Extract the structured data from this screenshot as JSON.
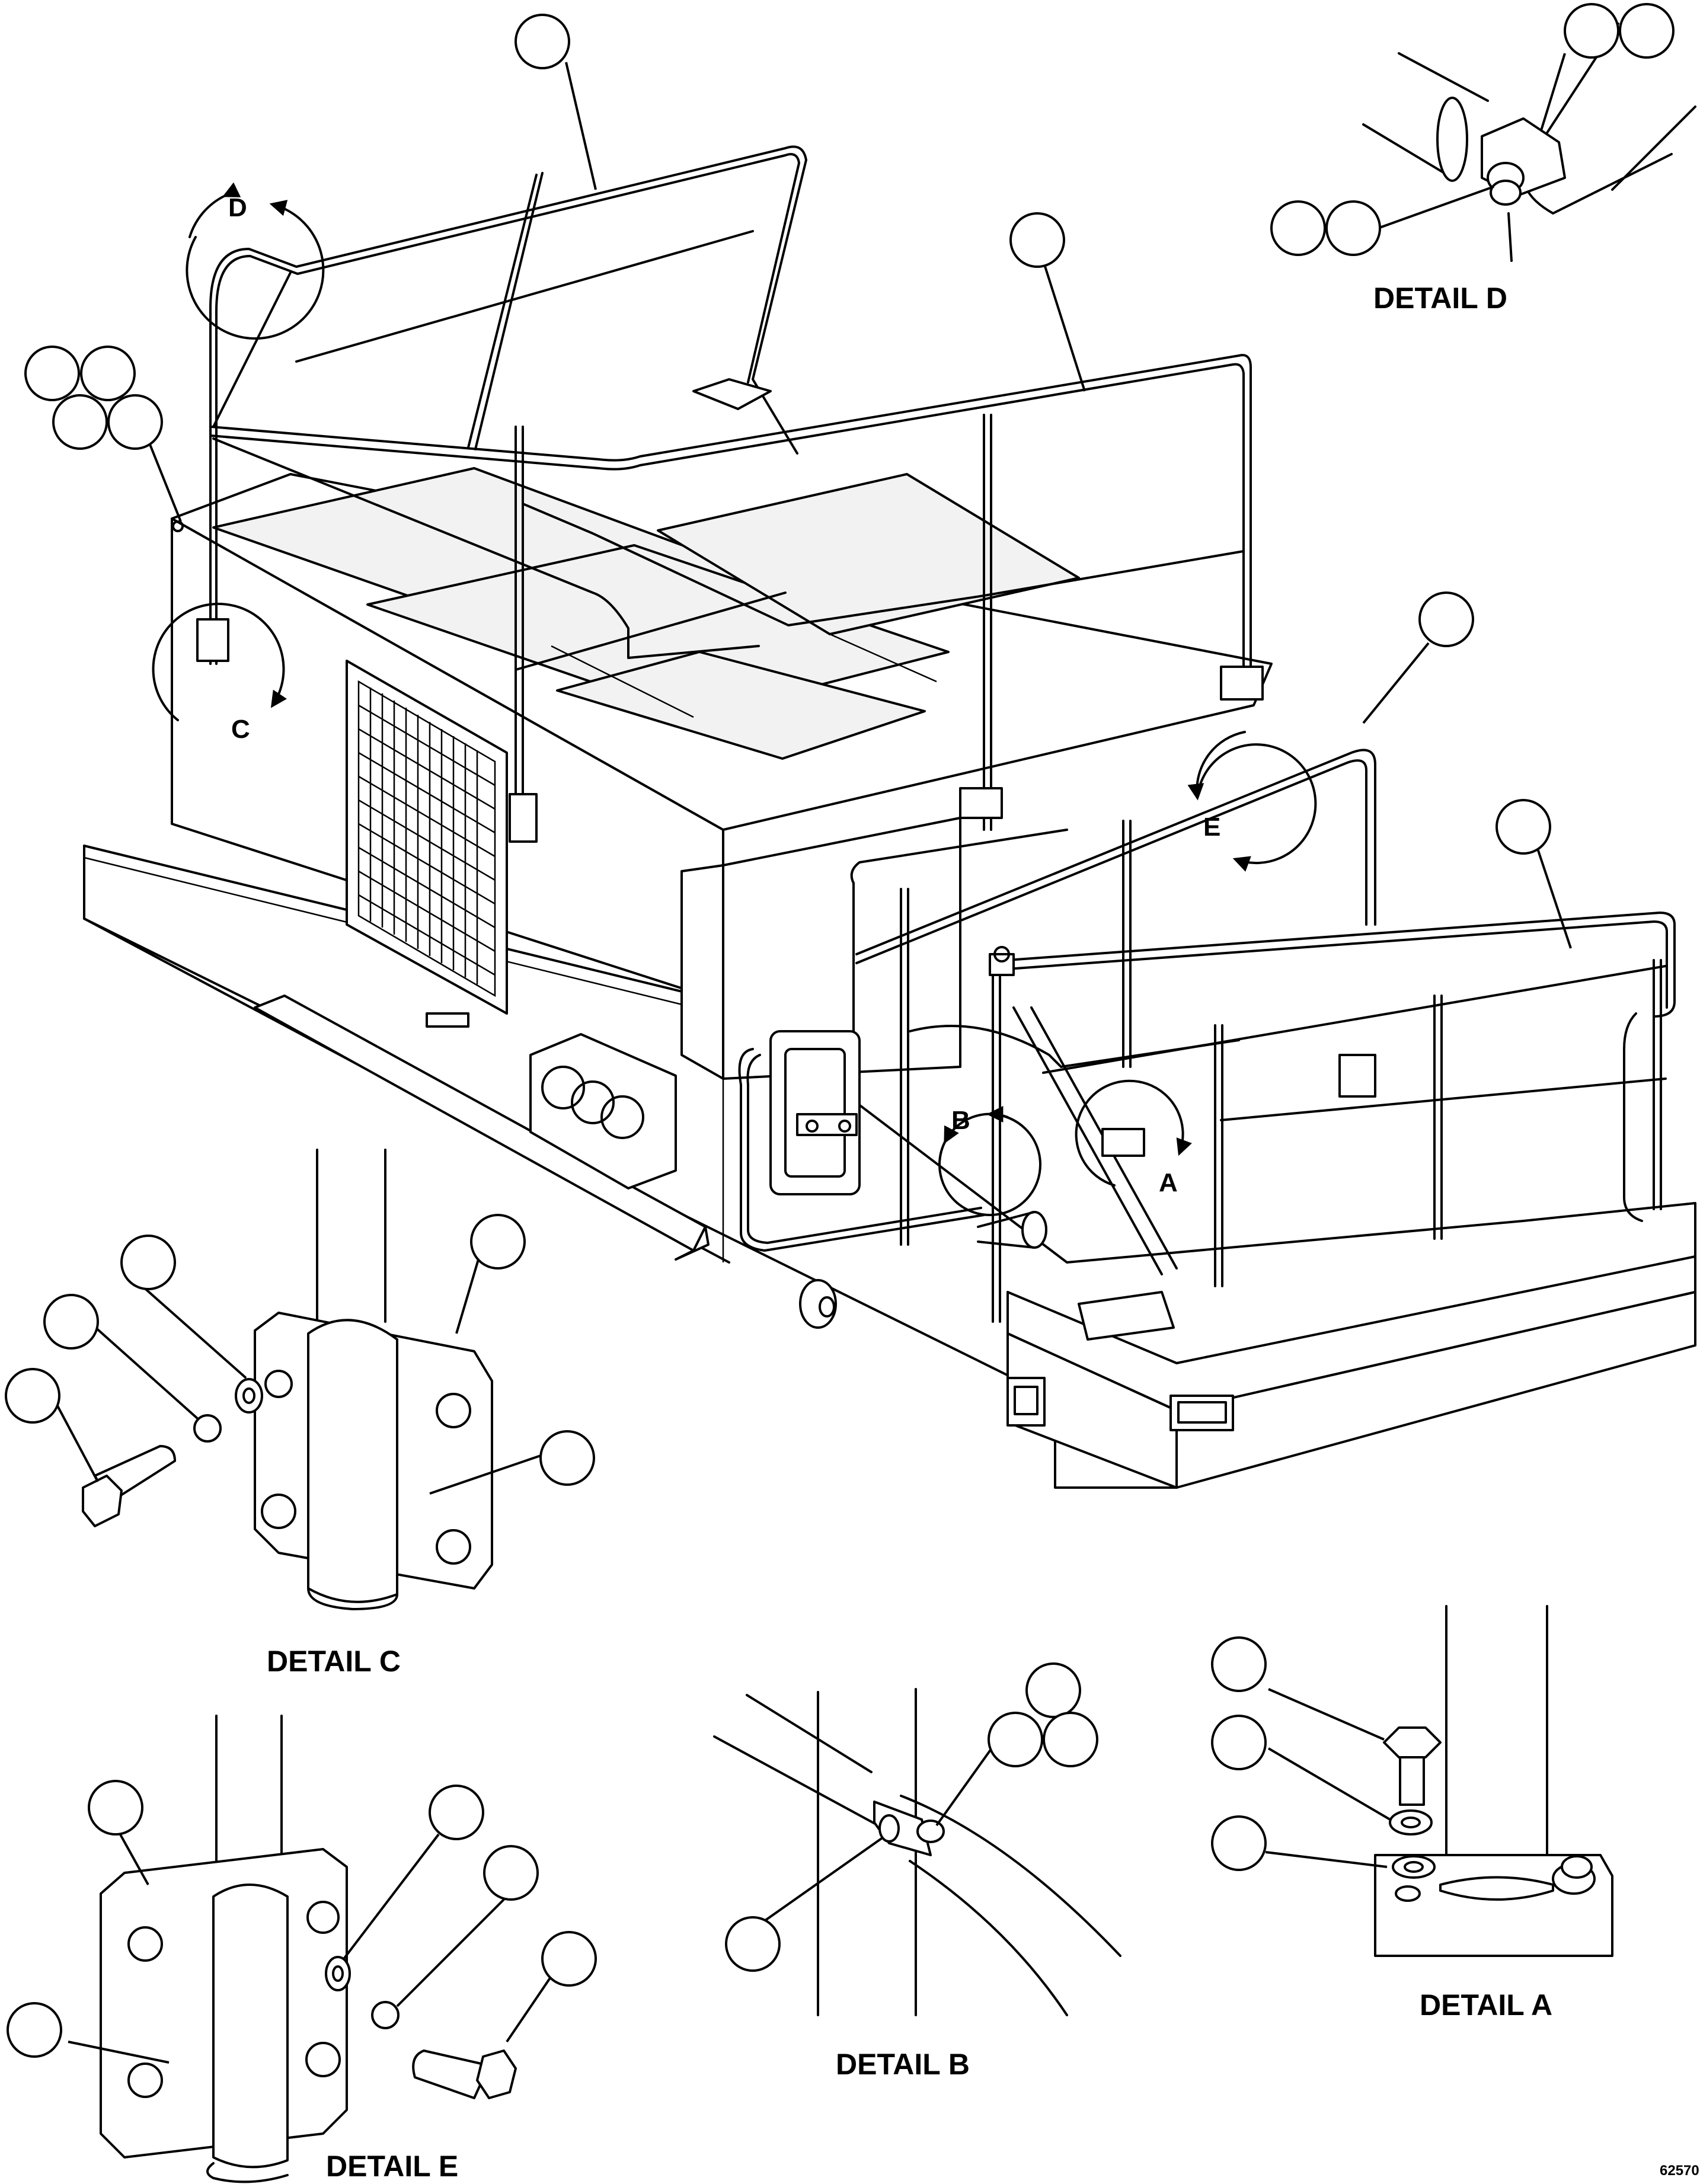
{
  "figure_number": "62570",
  "detail_labels": {
    "a": "DETAIL A",
    "b": "DETAIL B",
    "c": "DETAIL C",
    "d": "DETAIL D",
    "e": "DETAIL E"
  },
  "detail_markers": {
    "a": "A",
    "b": "B",
    "c": "C",
    "d": "D",
    "e": "E"
  }
}
